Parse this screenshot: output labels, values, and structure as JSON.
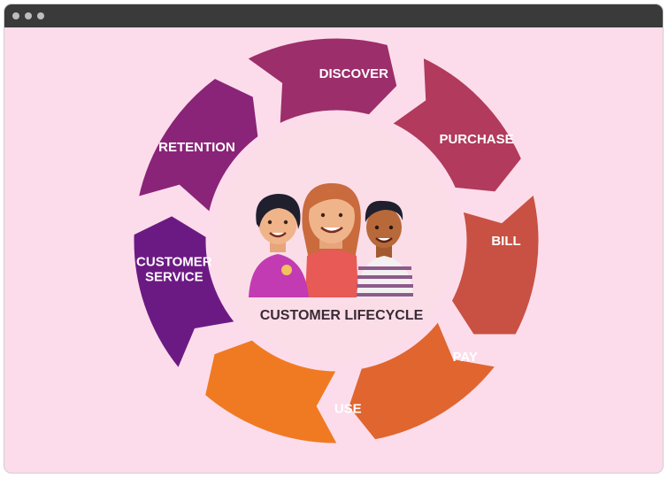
{
  "window": {
    "controls": [
      "close-dot",
      "minimize-dot",
      "maximize-dot"
    ]
  },
  "diagram": {
    "center_label": "CUSTOMER LIFECYCLE",
    "stages": [
      {
        "label": "DISCOVER",
        "color": "#9c2e6b"
      },
      {
        "label": "PURCHASE",
        "color": "#b23a5c"
      },
      {
        "label": "BILL",
        "color": "#c85143"
      },
      {
        "label": "PAY",
        "color": "#e0652f"
      },
      {
        "label": "USE",
        "color": "#f07a22"
      },
      {
        "label": "CUSTOMER SERVICE",
        "color": "#6c1a83"
      },
      {
        "label": "RETENTION",
        "color": "#8a2478"
      }
    ],
    "colors": {
      "background": "#fcdcea",
      "inner_circle": "#fbdde8",
      "titlebar": "#3a3a3a"
    }
  }
}
